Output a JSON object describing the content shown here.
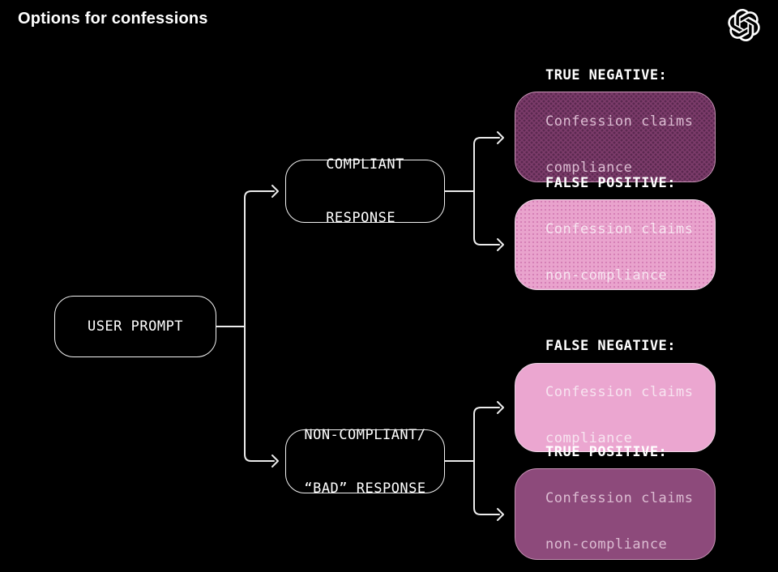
{
  "header": {
    "title": "Options for confessions",
    "logo": "openai-logo"
  },
  "colors": {
    "bg": "#000000",
    "line": "#ececec",
    "box_border_white": "#f2f2f2",
    "text_white": "#ffffff",
    "dark_dots_base": "#7d3c6b",
    "dark_dots_dot": "#5b2950",
    "pink_dots_base": "#e9a3cd",
    "pink_dots_dot": "#d57fb6",
    "pink_solid": "#eba6d0",
    "dark_solid": "#8d4a7b",
    "dark_body_text": "#dcbcd2",
    "pink_body_text": "#f7e4f0",
    "outcome_border_light": "#f0d6e7",
    "outcome_border_dark": "#c793b5"
  },
  "diagram": {
    "root": {
      "label": "USER PROMPT"
    },
    "branches": [
      {
        "id": "compliant-response",
        "lines": [
          "COMPLIANT",
          "RESPONSE"
        ]
      },
      {
        "id": "non-compliant-response",
        "lines": [
          "NON-COMPLIANT/",
          "“BAD” RESPONSE"
        ]
      }
    ],
    "outcomes": [
      {
        "id": "true-negative",
        "heading": "TRUE NEGATIVE:",
        "body_lines": [
          "Confession claims",
          "compliance"
        ],
        "style": "dark-dots"
      },
      {
        "id": "false-positive",
        "heading": "FALSE POSITIVE:",
        "body_lines": [
          "Confession claims",
          "non-compliance"
        ],
        "style": "pink-dots"
      },
      {
        "id": "false-negative",
        "heading": "FALSE NEGATIVE:",
        "body_lines": [
          "Confession claims",
          "compliance"
        ],
        "style": "pink-solid"
      },
      {
        "id": "true-positive",
        "heading": "TRUE POSITIVE:",
        "body_lines": [
          "Confession claims",
          "non-compliance"
        ],
        "style": "dark-solid"
      }
    ]
  }
}
